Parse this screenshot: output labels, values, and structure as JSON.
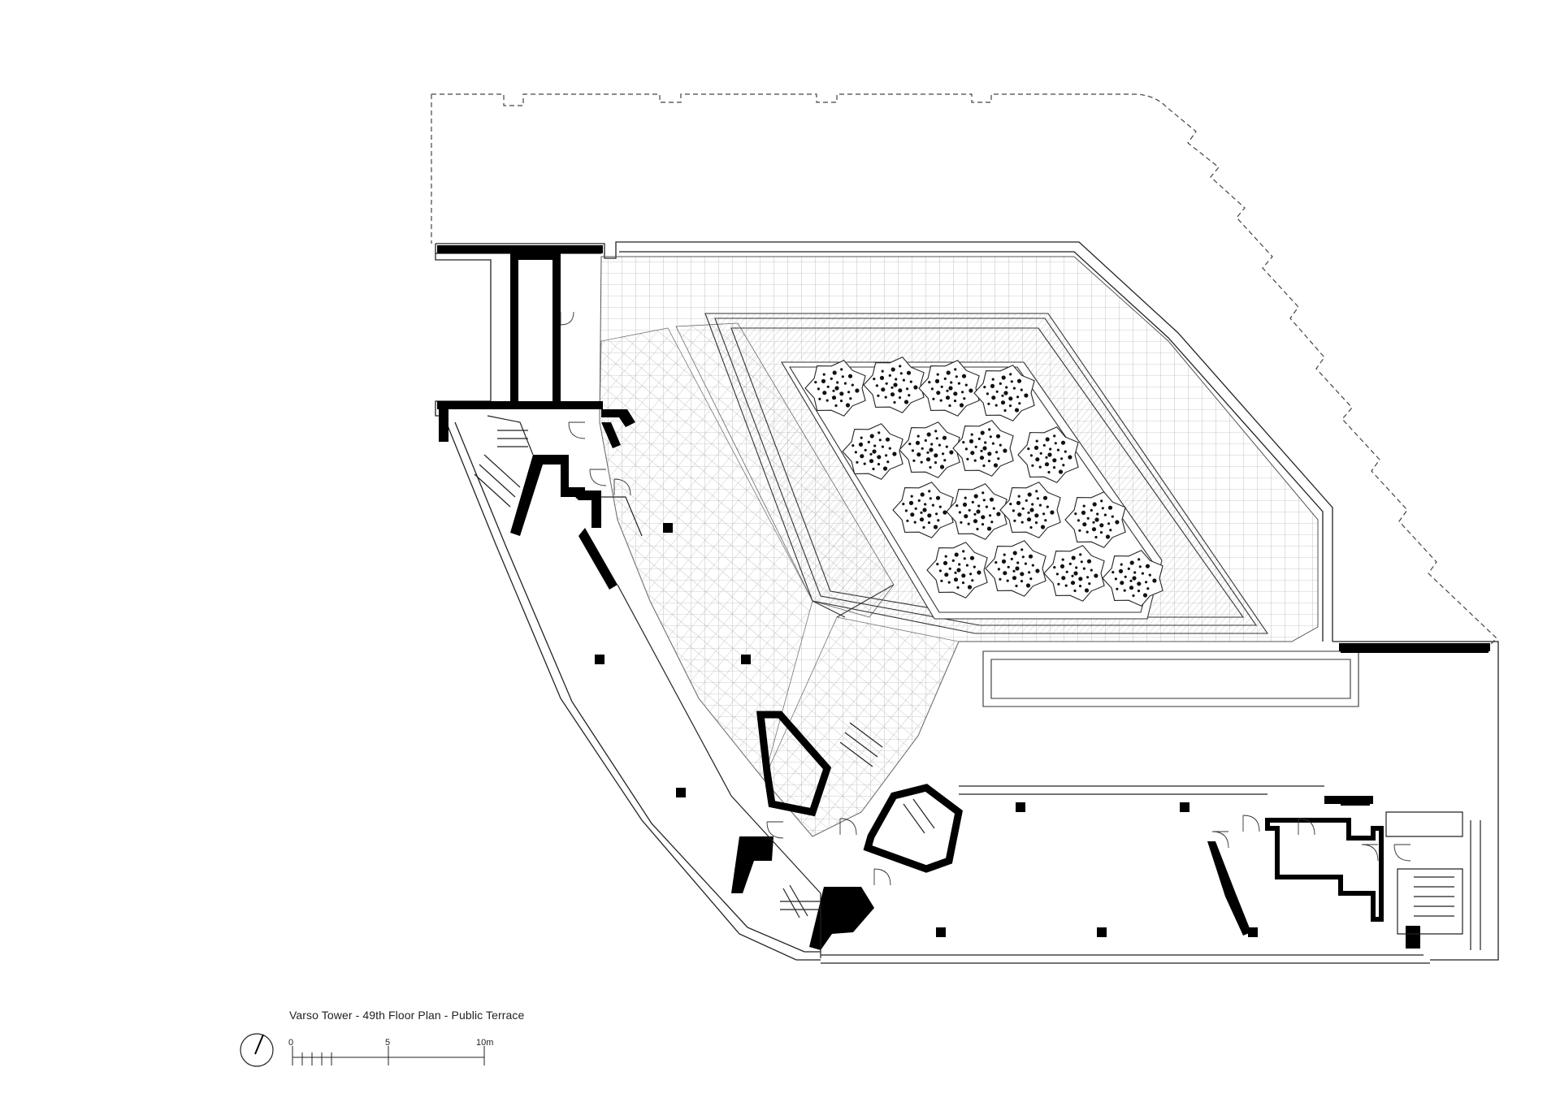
{
  "drawing": {
    "caption": "Varso Tower - 49th Floor Plan - Public Terrace",
    "north_arrow_icon": "north-arrow-icon",
    "scale_bar": {
      "labels": [
        "0",
        "5",
        "10m"
      ]
    }
  },
  "colors": {
    "ink": "#000000",
    "line": "#333333",
    "hatch": "#9a9a9a",
    "paper": "#ffffff"
  }
}
